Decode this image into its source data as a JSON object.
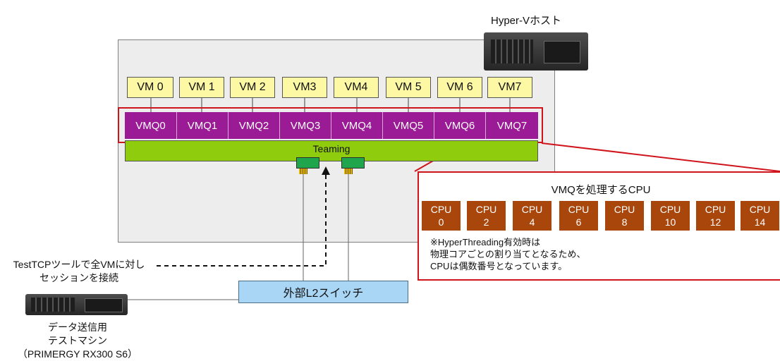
{
  "host_label": "Hyper-Vホスト",
  "vms": [
    "VM 0",
    "VM 1",
    "VM 2",
    "VM3",
    "VM4",
    "VM 5",
    "VM 6",
    "VM7"
  ],
  "vmqs": [
    "VMQ0",
    "VMQ1",
    "VMQ2",
    "VMQ3",
    "VMQ4",
    "VMQ5",
    "VMQ6",
    "VMQ7"
  ],
  "teaming_label": "Teaming",
  "cpu_panel": {
    "title": "VMQを処理するCPU",
    "cpus": [
      {
        "label": "CPU",
        "num": "0"
      },
      {
        "label": "CPU",
        "num": "2"
      },
      {
        "label": "CPU",
        "num": "4"
      },
      {
        "label": "CPU",
        "num": "6"
      },
      {
        "label": "CPU",
        "num": "8"
      },
      {
        "label": "CPU",
        "num": "10"
      },
      {
        "label": "CPU",
        "num": "12"
      },
      {
        "label": "CPU",
        "num": "14"
      }
    ],
    "note_lines": [
      "※HyperThreading有効時は",
      "物理コアごとの割り当てとなるため、",
      "CPUは偶数番号となっています。"
    ]
  },
  "switch_label": "外部L2スイッチ",
  "tool_label_lines": [
    "TestTCPツールで全VMに対し",
    "セッションを接続"
  ],
  "test_machine_lines": [
    "データ送信用",
    "テストマシン",
    "（PRIMERGY RX300 S6）"
  ],
  "colors": {
    "host_bg": "#ededed",
    "vm_fill": "#fcf8a4",
    "vmq_fill": "#9b1a95",
    "teaming_fill": "#8fcc0e",
    "highlight_red": "#d0141b",
    "cpu_fill": "#a9460c",
    "switch_fill": "#a9d6f5",
    "nic_green": "#1fa64d"
  }
}
